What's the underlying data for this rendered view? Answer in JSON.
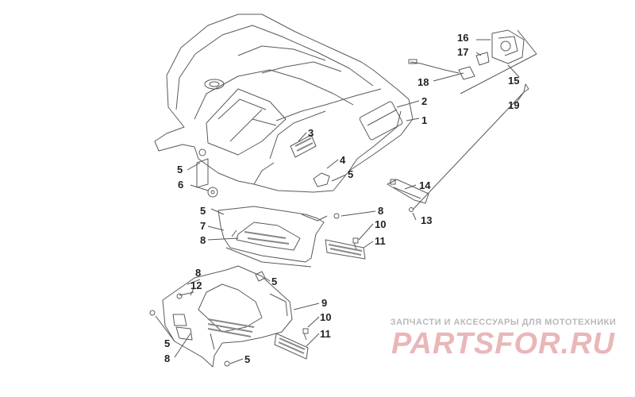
{
  "callouts": {
    "c1": "1",
    "c2": "2",
    "c3": "3",
    "c4": "4",
    "c5a": "5",
    "c5b": "5",
    "c5c": "5",
    "c5d": "5",
    "c5e": "5",
    "c5f": "5",
    "c6": "6",
    "c7": "7",
    "c8a": "8",
    "c8b": "8",
    "c8c": "8",
    "c8d": "8",
    "c9": "9",
    "c10a": "10",
    "c10b": "10",
    "c11a": "11",
    "c11b": "11",
    "c12": "12",
    "c13": "13",
    "c14": "14",
    "c15": "15",
    "c16": "16",
    "c17": "17",
    "c18": "18",
    "c19": "19"
  },
  "watermark": {
    "subtitle": "ЗАПЧАСТИ И АКСЕССУАРЫ ДЛЯ МОТОТЕХНИКИ",
    "logo": "PARTSFOR.RU"
  },
  "colors": {
    "line": "#555555",
    "watermark_logo": "#e9b7b9",
    "watermark_text": "#b9b9b9"
  }
}
